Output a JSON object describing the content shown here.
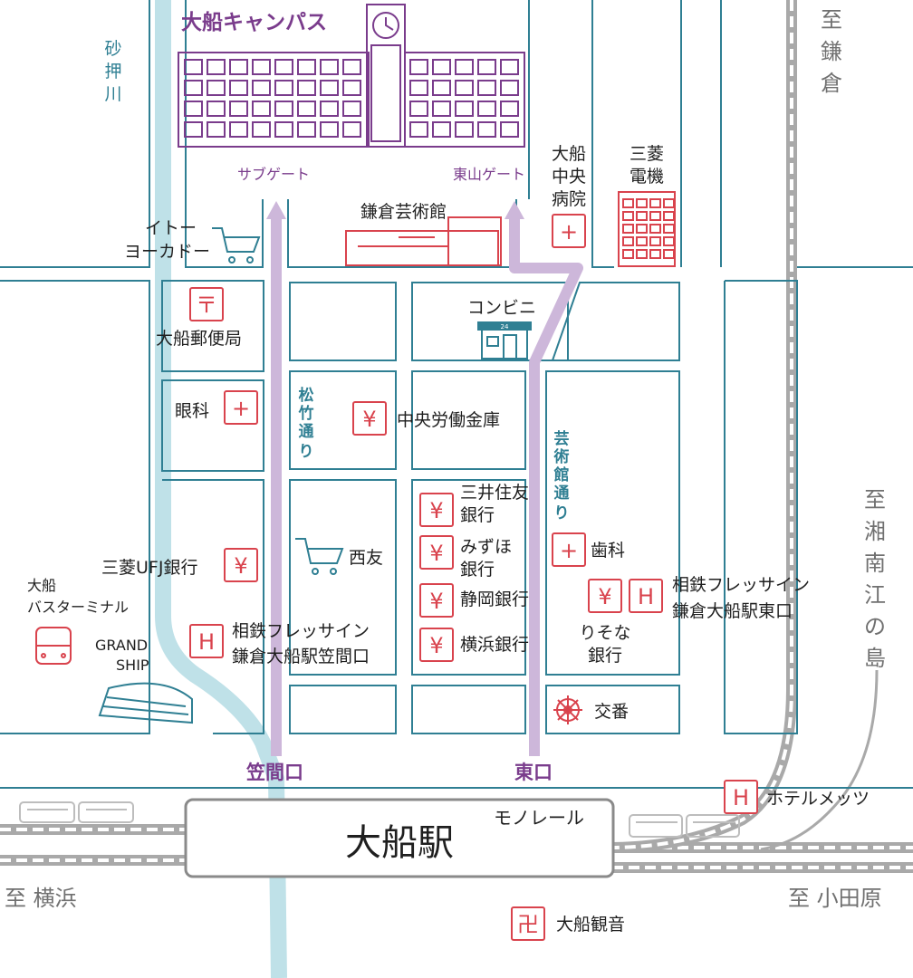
{
  "map": {
    "campus": "大船キャンパス",
    "gates": {
      "sub": "サブゲート",
      "higashiyama": "東山ゲート"
    },
    "river": [
      "砂",
      "押",
      "川"
    ],
    "streets": {
      "shochiku": [
        "松",
        "竹",
        "通",
        "り"
      ],
      "geijutsukan": [
        "芸",
        "術",
        "館",
        "通",
        "り"
      ]
    },
    "exits": {
      "kasama": "笠間口",
      "east": "東口"
    },
    "station": {
      "name": "大船駅",
      "monorail": "モノレール"
    },
    "directions": {
      "kamakura": [
        "至",
        "鎌",
        "倉"
      ],
      "shonan": [
        "至",
        "湘",
        "南",
        "江",
        "の",
        "島"
      ],
      "yokohama": "至 横浜",
      "odawara": "至 小田原"
    },
    "pois": {
      "itoyokado": [
        "イトー",
        "ヨーカドー"
      ],
      "kamakura_art": "鎌倉芸術館",
      "hospital": [
        "大船",
        "中央",
        "病院"
      ],
      "mitsubishi": [
        "三菱",
        "電機"
      ],
      "post_office": "大船郵便局",
      "convenience": "コンビニ",
      "store_no": "24",
      "eye_clinic": "眼科",
      "rokin": "中央労働金庫",
      "mitsui": [
        "三井住友",
        "銀行"
      ],
      "mizuho": [
        "みずほ",
        "銀行"
      ],
      "shizuoka": "静岡銀行",
      "yokohama_bank": "横浜銀行",
      "nishitomo": "西友",
      "ufj": "三菱UFJ銀行",
      "dental": "歯科",
      "resona": [
        "りそな",
        "銀行"
      ],
      "sotetsu_east": [
        "相鉄フレッサイン",
        "鎌倉大船駅東口"
      ],
      "sotetsu_kasama": [
        "相鉄フレッサイン",
        "鎌倉大船駅笠間口"
      ],
      "bus_terminal": [
        "大船",
        "バスターミナル"
      ],
      "grand_ship": [
        "GRAND",
        "SHIP"
      ],
      "koban": "交番",
      "hotel_metz": "ホテルメッツ",
      "kannon": "大船観音"
    },
    "icons": {
      "bank": "¥",
      "hospital": "+",
      "hotel": "H",
      "post": "〒",
      "temple": "卍"
    }
  },
  "colors": {
    "road": "#2f7f93",
    "river": "#bfe1e8",
    "route": "#cdb7da",
    "campus": "#7a3c8c",
    "poi": "#d9434d",
    "text": "#1f1f1f",
    "rail": "#a9a9a9"
  }
}
